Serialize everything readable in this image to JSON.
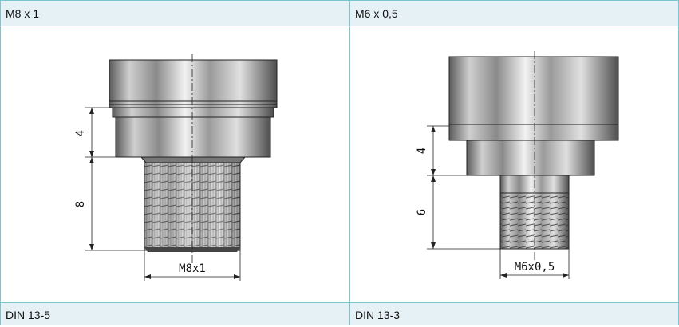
{
  "columns": [
    {
      "header": "M8 x 1",
      "footer": "DIN 13-5",
      "dim_head": "4",
      "dim_thread": "8",
      "thread_label": "M8x1"
    },
    {
      "header": "M6 x 0,5",
      "footer": "DIN 13-3",
      "dim_head": "4",
      "dim_thread": "6",
      "thread_label": "M6x0,5"
    }
  ]
}
